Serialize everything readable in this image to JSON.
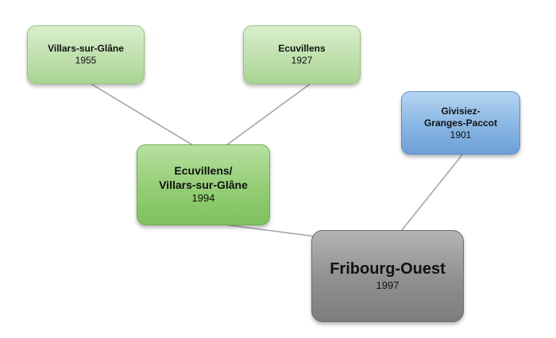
{
  "nodes": {
    "villars": {
      "label": "Villars-sur-Glâne",
      "year": "1955"
    },
    "ecuvillens": {
      "label": "Ecuvillens",
      "year": "1927"
    },
    "merged": {
      "label_line1": "Ecuvillens/",
      "label_line2": "Villars-sur-Glâne",
      "year": "1994"
    },
    "givisiez": {
      "label_line1": "Givisiez-",
      "label_line2": "Granges-Paccot",
      "year": "1901"
    },
    "fribourg": {
      "label": "Fribourg-Ouest",
      "year": "1997"
    }
  },
  "colors": {
    "connector": "#a6a6a6",
    "light_green": "#bfe0ad",
    "mid_green": "#93cd74",
    "blue": "#88b6e4",
    "gray": "#8f8f8f"
  }
}
